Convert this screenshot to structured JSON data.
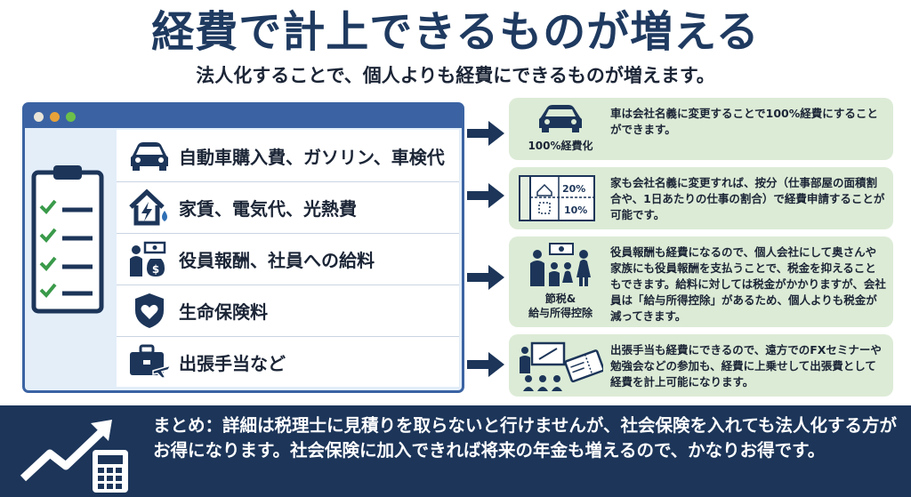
{
  "header": {
    "title": "経費で計上できるものが増える",
    "subtitle": "法人化することで、個人よりも経費にできるものが増えます。"
  },
  "list": {
    "items": [
      {
        "label": "自動車購入費、ガソリン、車検代",
        "icon": "car-icon"
      },
      {
        "label": "家賃、電気代、光熱費",
        "icon": "house-utilities-icon"
      },
      {
        "label": "役員報酬、社員への給料",
        "icon": "salary-icon"
      },
      {
        "label": "生命保険料",
        "icon": "shield-heart-icon"
      },
      {
        "label": "出張手当など",
        "icon": "briefcase-plane-icon"
      }
    ]
  },
  "cards": [
    {
      "caption": "100%経費化",
      "text": "車は会社名義に変更することで100%経費にすることができます。"
    },
    {
      "badge_top": "20%",
      "badge_bottom": "10%",
      "text": "家も会社名義に変更すれば、按分（仕事部屋の面積割合や、1日あたりの仕事の割合）で経費申請することが可能です。"
    },
    {
      "caption_line1": "節税&",
      "caption_line2": "給与所得控除",
      "text": "役員報酬も経費になるので、個人会社にして奥さんや家族にも役員報酬を支払うことで、税金を抑えることもできます。給料に対しては税金がかかりますが、会社員は「給与所得控除」があるため、個人よりも税金が減ってきます。"
    },
    {
      "text": "出張手当も経費にできるので、遠方でのFXセミナーや勉強会などの参加も、経費に上乗せして出張費として経費を計上可能になります。"
    }
  ],
  "summary": {
    "text": "まとめ：詳細は税理士に見積りを取らないと行けませんが、社会保険を入れても法人化する方がお得になります。社会保険に加入できれば将来の年金も増えるので、かなりお得です。"
  },
  "colors": {
    "navy": "#1c3559",
    "title_blue": "#1f3a60",
    "window_blue": "#3b63a3",
    "card_green": "#dcebd6",
    "check_green": "#3a9a4a"
  }
}
